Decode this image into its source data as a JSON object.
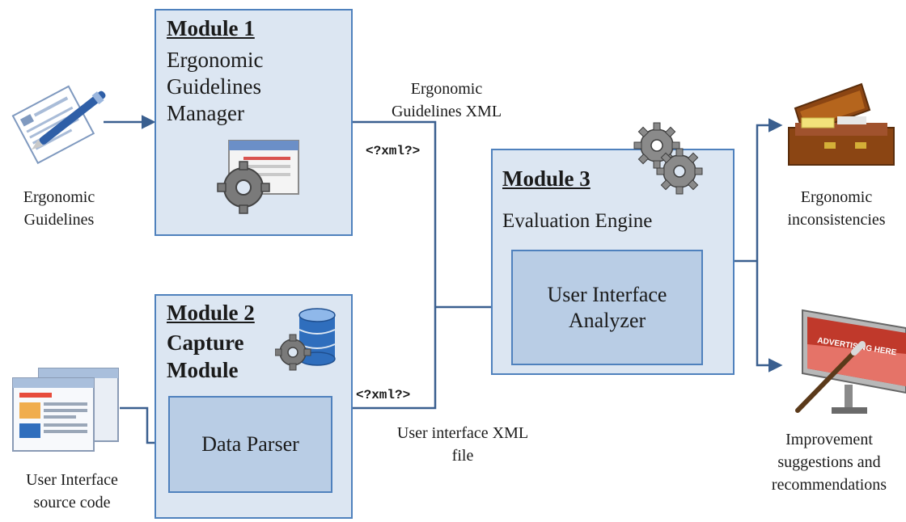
{
  "module1": {
    "title": "Module 1",
    "line1": "Ergonomic",
    "line2": "Guidelines",
    "line3": "Manager"
  },
  "module2": {
    "title": "Module 2",
    "line1": "Capture",
    "line2": "Module",
    "inner": "Data Parser"
  },
  "module3": {
    "title": "Module 3",
    "subtitle": "Evaluation Engine",
    "inner_line1": "User Interface",
    "inner_line2": "Analyzer"
  },
  "inputs": {
    "guidelines": {
      "line1": "Ergonomic",
      "line2": "Guidelines"
    },
    "source": {
      "line1": "User Interface",
      "line2": "source code"
    }
  },
  "flows": {
    "xml_top": {
      "line1": "Ergonomic",
      "line2": "Guidelines XML",
      "tag": "<?xml?>"
    },
    "xml_bottom": {
      "line1": "User interface XML",
      "line2": "file",
      "tag": "<?xml?>"
    }
  },
  "outputs": {
    "inconsistencies": {
      "line1": "Ergonomic",
      "line2": "inconsistencies"
    },
    "suggestions": {
      "line1": "Improvement",
      "line2": "suggestions and",
      "line3": "recommendations",
      "billboard_text": "ADVERTISING HERE"
    }
  },
  "colors": {
    "module_fill": "#dce6f2",
    "inner_fill": "#b9cde5",
    "border": "#4f81bd",
    "arrow": "#3a5f8f"
  },
  "icons": [
    "document-pen-icon",
    "gears-window-icon",
    "database-gear-icon",
    "gears-icon",
    "browser-windows-icon",
    "briefcase-icon",
    "billboard-icon"
  ]
}
